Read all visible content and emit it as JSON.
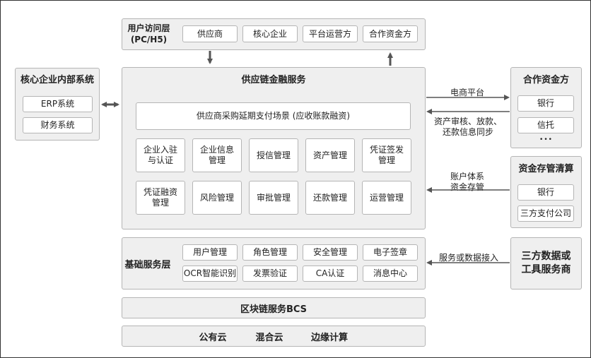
{
  "user_layer": {
    "title": "用户访问层\n(PC/H5)",
    "items": [
      "供应商",
      "核心企业",
      "平台运营方",
      "合作资金方"
    ]
  },
  "core_enterprise": {
    "title": "核心企业内部系统",
    "items": [
      "ERP系统",
      "财务系统"
    ]
  },
  "scf_service": {
    "title": "供应链金融服务",
    "scenario": "供应商采购延期支付场景 (应收账款融资)",
    "modules": [
      "企业入驻\n与认证",
      "企业信息\n管理",
      "授信管理",
      "资产管理",
      "凭证签发\n管理",
      "凭证融资\n管理",
      "风险管理",
      "审批管理",
      "还款管理",
      "运营管理"
    ]
  },
  "funder": {
    "title": "合作资金方",
    "items": [
      "银行",
      "信托"
    ],
    "more": "•••"
  },
  "custody": {
    "title": "资金存管清算",
    "items": [
      "银行",
      "三方支付公司"
    ]
  },
  "third_party": {
    "title": "三方数据或\n工具服务商"
  },
  "base_layer": {
    "title": "基础服务层",
    "items": [
      "用户管理",
      "角色管理",
      "安全管理",
      "电子签章",
      "OCR智能识别",
      "发票验证",
      "CA认证",
      "消息中心"
    ]
  },
  "blockchain": {
    "title": "区块链服务BCS"
  },
  "cloud": {
    "items": [
      "公有云",
      "混合云",
      "边缘计算"
    ]
  },
  "flows": {
    "ecommerce": "电商平台",
    "asset_review": "资产审核、放款、\n还款信息同步",
    "account": "账户体系\n资金存管",
    "service_access": "服务或数据接入"
  },
  "colors": {
    "arrow": "#555555",
    "panel": "#efefef",
    "border": "#b5b5b5"
  }
}
